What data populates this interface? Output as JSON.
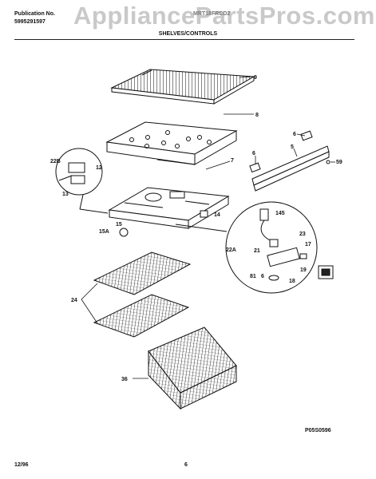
{
  "header": {
    "publication_label": "Publication No.",
    "publication_number": "5995291597",
    "model_number": "MRT18FRCD2",
    "section_title": "SHELVES/CONTROLS"
  },
  "watermark": "AppliancePartsPros.com",
  "callouts": [
    "9",
    "8",
    "7",
    "6",
    "5",
    "6",
    "59",
    "22B",
    "12",
    "13",
    "14",
    "145",
    "15",
    "15A",
    "22A",
    "23",
    "17",
    "21",
    "19",
    "81",
    "6",
    "18",
    "24",
    "36"
  ],
  "drawing_code": "P05S0596",
  "footer": {
    "date": "12/96",
    "page": "6"
  }
}
